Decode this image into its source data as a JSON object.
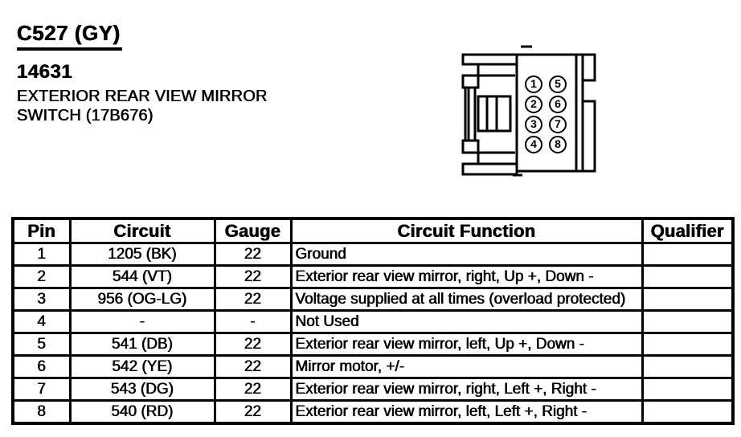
{
  "header": {
    "connector_id": "C527 (GY)",
    "part_number": "14631",
    "component_line1": "EXTERIOR REAR VIEW MIRROR",
    "component_line2": "SWITCH (17B676)"
  },
  "connector": {
    "description": "8-pin connector face view",
    "pin_grid": [
      [
        "1",
        "5"
      ],
      [
        "2",
        "6"
      ],
      [
        "3",
        "7"
      ],
      [
        "4",
        "8"
      ]
    ]
  },
  "table": {
    "columns": [
      "Pin",
      "Circuit",
      "Gauge",
      "Circuit Function",
      "Qualifier"
    ],
    "rows": [
      {
        "pin": "1",
        "circuit": "1205 (BK)",
        "gauge": "22",
        "function": "Ground",
        "qualifier": ""
      },
      {
        "pin": "2",
        "circuit": "544 (VT)",
        "gauge": "22",
        "function": "Exterior rear view mirror, right, Up +, Down -",
        "qualifier": ""
      },
      {
        "pin": "3",
        "circuit": "956 (OG-LG)",
        "gauge": "22",
        "function": "Voltage supplied at all times (overload protected)",
        "qualifier": ""
      },
      {
        "pin": "4",
        "circuit": "-",
        "gauge": "-",
        "function": "Not Used",
        "qualifier": ""
      },
      {
        "pin": "5",
        "circuit": "541 (DB)",
        "gauge": "22",
        "function": "Exterior rear view mirror, left, Up +, Down -",
        "qualifier": ""
      },
      {
        "pin": "6",
        "circuit": "542 (YE)",
        "gauge": "22",
        "function": "Mirror motor, +/-",
        "qualifier": ""
      },
      {
        "pin": "7",
        "circuit": "543 (DG)",
        "gauge": "22",
        "function": "Exterior rear view mirror, right, Left +, Right -",
        "qualifier": ""
      },
      {
        "pin": "8",
        "circuit": "540 (RD)",
        "gauge": "22",
        "function": "Exterior rear view mirror, left, Left +, Right -",
        "qualifier": ""
      }
    ]
  }
}
